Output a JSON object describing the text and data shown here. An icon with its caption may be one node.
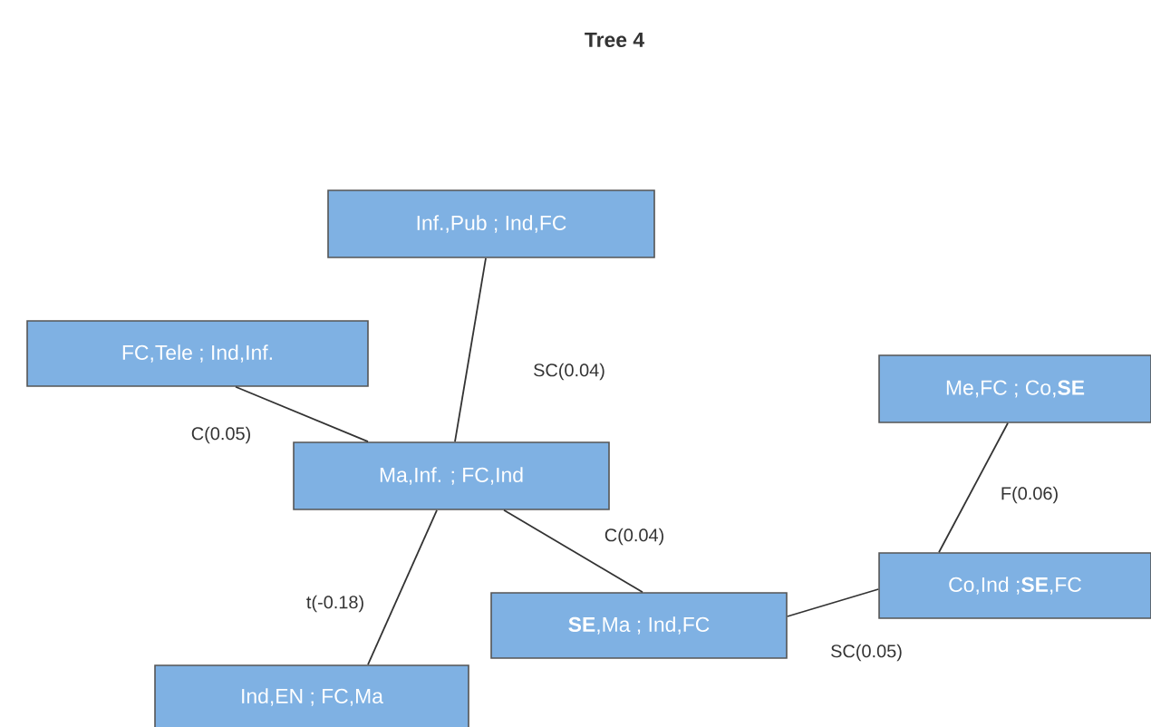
{
  "diagram": {
    "title": "Tree 4",
    "nodes": [
      {
        "text": [
          "Inf.,Pub ; Ind,FC"
        ]
      },
      {
        "text": [
          "FC,Tele ; Ind,Inf."
        ]
      },
      {
        "text": [
          "Ma,Inf. ; FC,Ind"
        ]
      },
      {
        "text": [
          "Ind,EN ; FC,Ma"
        ]
      },
      {
        "text": [
          "**SE**,Ma ; Ind,FC"
        ]
      },
      {
        "text": [
          "Me,FC ; Co,**SE**"
        ]
      },
      {
        "text": [
          "Co,Ind ;**SE**,FC"
        ]
      }
    ],
    "edges": [
      {
        "from": 0,
        "to": 2,
        "arrow": "none",
        "label": "SC(0.04)"
      },
      {
        "from": 1,
        "to": 2,
        "arrow": "none",
        "label": "C(0.05)"
      },
      {
        "from": 2,
        "to": 3,
        "arrow": "none",
        "label": "t(-0.18)"
      },
      {
        "from": 2,
        "to": 4,
        "arrow": "none",
        "label": "C(0.04)"
      },
      {
        "from": 4,
        "to": 6,
        "arrow": "none",
        "label": "SC(0.05)"
      },
      {
        "from": 6,
        "to": 5,
        "arrow": "none",
        "label": "F(0.06)"
      }
    ]
  }
}
